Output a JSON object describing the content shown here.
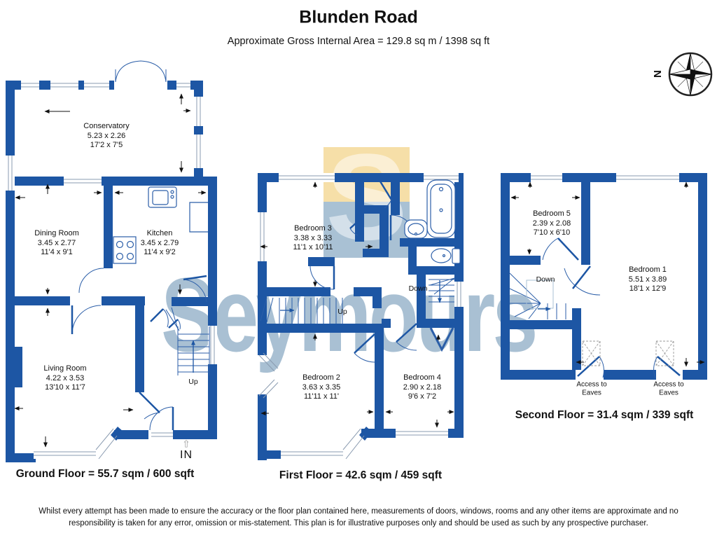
{
  "header": {
    "title": "Blunden Road",
    "subtitle": "Approximate Gross Internal Area = 129.8 sq m / 1398 sq ft"
  },
  "compass": {
    "north_label": "N"
  },
  "watermark": {
    "brand_text": "Seymours",
    "logo_initial": "S"
  },
  "colors": {
    "wall_blue": "#1d56a4",
    "thin_line_blue": "#2b5ea8",
    "watermark_yellow": "#f6dfa8",
    "watermark_blue": "#a9c1d4",
    "brand_text_blue": "#a9c0d3"
  },
  "floors": {
    "ground": {
      "caption": "Ground Floor = 55.7 sqm / 600 sqft",
      "stairs_label": "Up",
      "entrance_label": "IN",
      "rooms": {
        "conservatory": {
          "name": "Conservatory",
          "metric": "5.23 x 2.26",
          "imperial": "17'2 x 7'5"
        },
        "dining_room": {
          "name": "Dining Room",
          "metric": "3.45 x 2.77",
          "imperial": "11'4 x 9'1"
        },
        "kitchen": {
          "name": "Kitchen",
          "metric": "3.45 x 2.79",
          "imperial": "11'4 x 9'2"
        },
        "living_room": {
          "name": "Living Room",
          "metric": "4.22 x 3.53",
          "imperial": "13'10 x 11'7"
        }
      }
    },
    "first": {
      "caption": "First Floor = 42.6 sqm / 459 sqft",
      "stairs_up_label": "Up",
      "stairs_down_label": "Down",
      "rooms": {
        "bedroom_3": {
          "name": "Bedroom 3",
          "metric": "3.38 x 3.33",
          "imperial": "11'1 x 10'11"
        },
        "bedroom_2": {
          "name": "Bedroom 2",
          "metric": "3.63 x 3.35",
          "imperial": "11'11 x 11'"
        },
        "bedroom_4": {
          "name": "Bedroom 4",
          "metric": "2.90 x 2.18",
          "imperial": "9'6 x 7'2"
        }
      }
    },
    "second": {
      "caption": "Second Floor = 31.4 sqm / 339 sqft",
      "stairs_down_label": "Down",
      "eaves_label": {
        "line1": "Access to",
        "line2": "Eaves"
      },
      "rooms": {
        "bedroom_5": {
          "name": "Bedroom 5",
          "metric": "2.39 x 2.08",
          "imperial": "7'10 x 6'10"
        },
        "bedroom_1": {
          "name": "Bedroom 1",
          "metric": "5.51 x 3.89",
          "imperial": "18'1 x 12'9"
        }
      }
    }
  },
  "footer": {
    "disclaimer_line1": "Whilst every attempt has been made to ensure the accuracy or the floor plan contained here, measurements of doors, windows, rooms and any other items are approximate and no",
    "disclaimer_line2": "responsibility is taken for any error, omission or mis-statement. This plan is for illustrative purposes only and should be used as such by any prospective purchaser."
  }
}
